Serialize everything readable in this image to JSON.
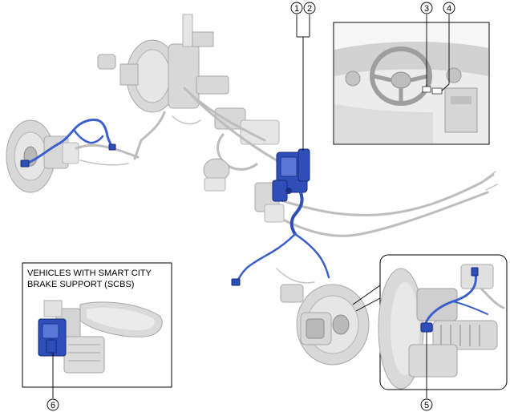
{
  "callouts": [
    "1",
    "2",
    "3",
    "4",
    "5",
    "6"
  ],
  "inset_scbs": {
    "caption_line1": "VEHICLES WITH SMART CITY",
    "caption_line2": "BRAKE SUPPORT (SCBS)"
  },
  "colors": {
    "harness_blue": "#3a5fcd",
    "part_blue": "#2f4fb8",
    "gray_part": "#d8d8d8",
    "frame": "#000000"
  }
}
